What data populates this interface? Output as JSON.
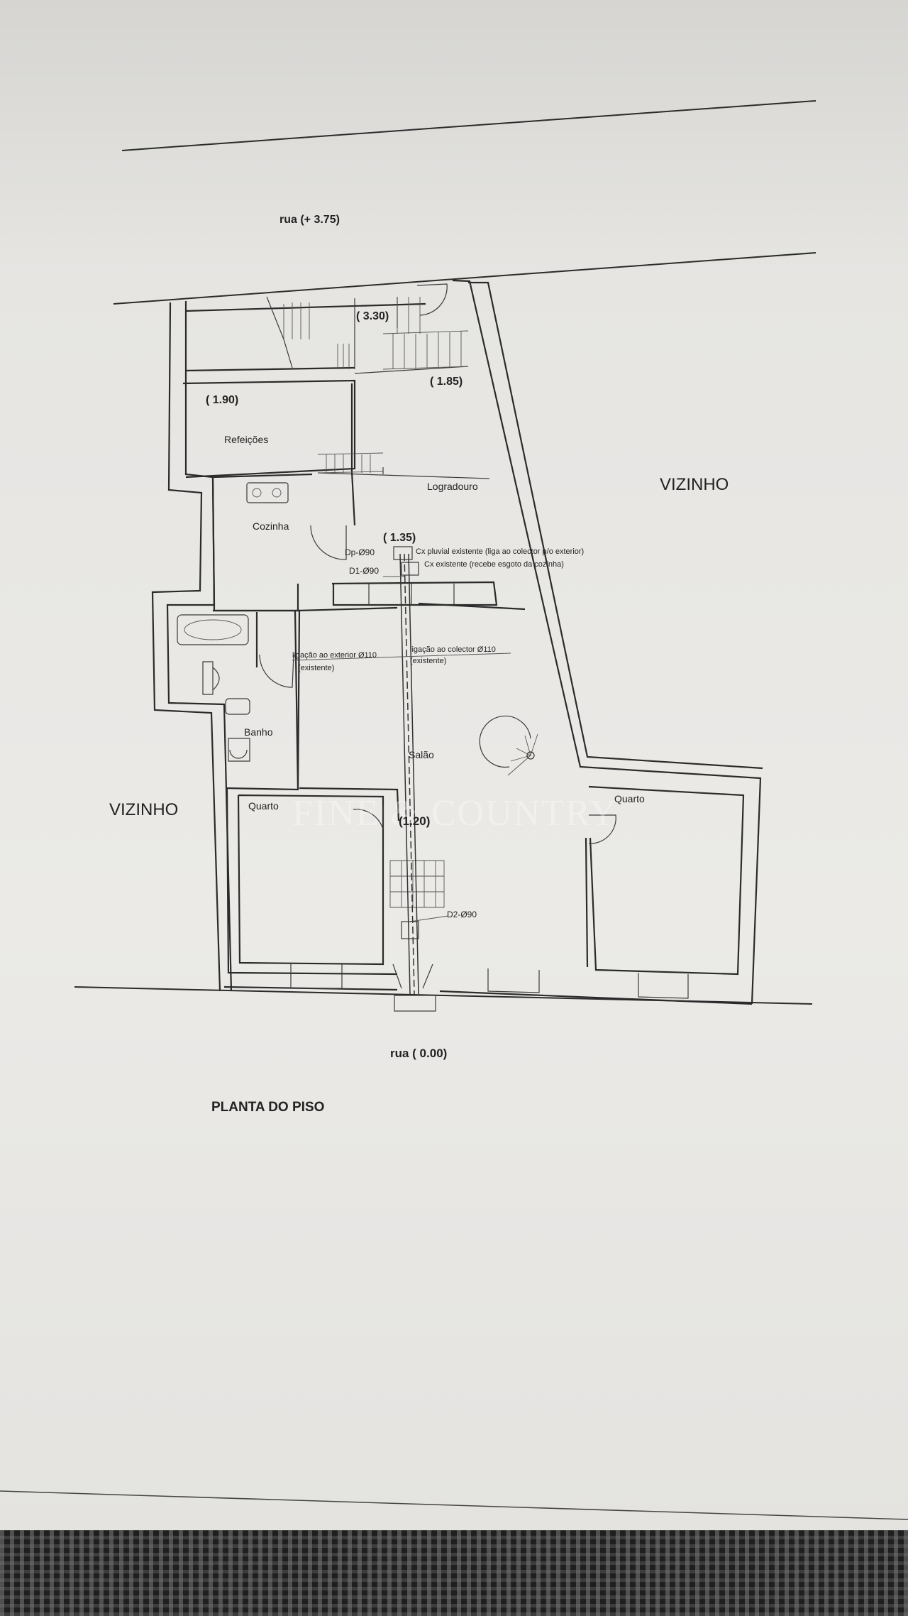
{
  "title": "PLANTA DO PISO",
  "streets": {
    "top": "rua (+ 3.75)",
    "bottom": "rua ( 0.00)"
  },
  "neighbors": {
    "right": "VIZINHO",
    "left": "VIZINHO"
  },
  "levels": {
    "l330": "( 3.30)",
    "l190": "( 1.90)",
    "l185": "( 1.85)",
    "l135": "( 1.35)",
    "l120": "(1.20)"
  },
  "rooms": {
    "refeicoes": "Refeições",
    "logradouro": "Logradouro",
    "cozinha": "Cozinha",
    "banho": "Banho",
    "salao": "Salão",
    "quarto_left": "Quarto",
    "quarto_right": "Quarto"
  },
  "annotations": {
    "dp": "Dp-Ø90",
    "d1": "D1-Ø90",
    "d2": "D2-Ø90",
    "cx_pluvial": "Cx pluvial existente (liga ao colector p/o exterior)",
    "cx_existente": "Cx existente (recebe esgoto da cozinha)",
    "ligacao_exterior": "ligação ao exterior Ø110",
    "ligacao_exterior_sub": "(existente)",
    "ligacao_colector": "ligação ao colector Ø110",
    "ligacao_colector_sub": "(existente)"
  },
  "watermark": "FINE & COUNTRY"
}
